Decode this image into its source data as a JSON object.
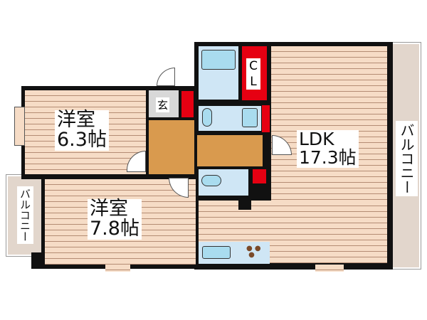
{
  "rooms": {
    "western1": {
      "name": "洋室",
      "size": "6.3帖"
    },
    "western2": {
      "name": "洋室",
      "size": "7.8帖"
    },
    "ldk": {
      "name": "LDK",
      "size": "17.3帖"
    },
    "closet": {
      "line1": "C",
      "line2": "L"
    },
    "entrance": "玄",
    "balcony_left": "バルコニー",
    "balcony_right": "バルコニー"
  },
  "colors": {
    "floor": "#f6dcc6",
    "storage": "#e60012",
    "hall": "#d99a4e",
    "wet_area": "#cfe6f5"
  }
}
